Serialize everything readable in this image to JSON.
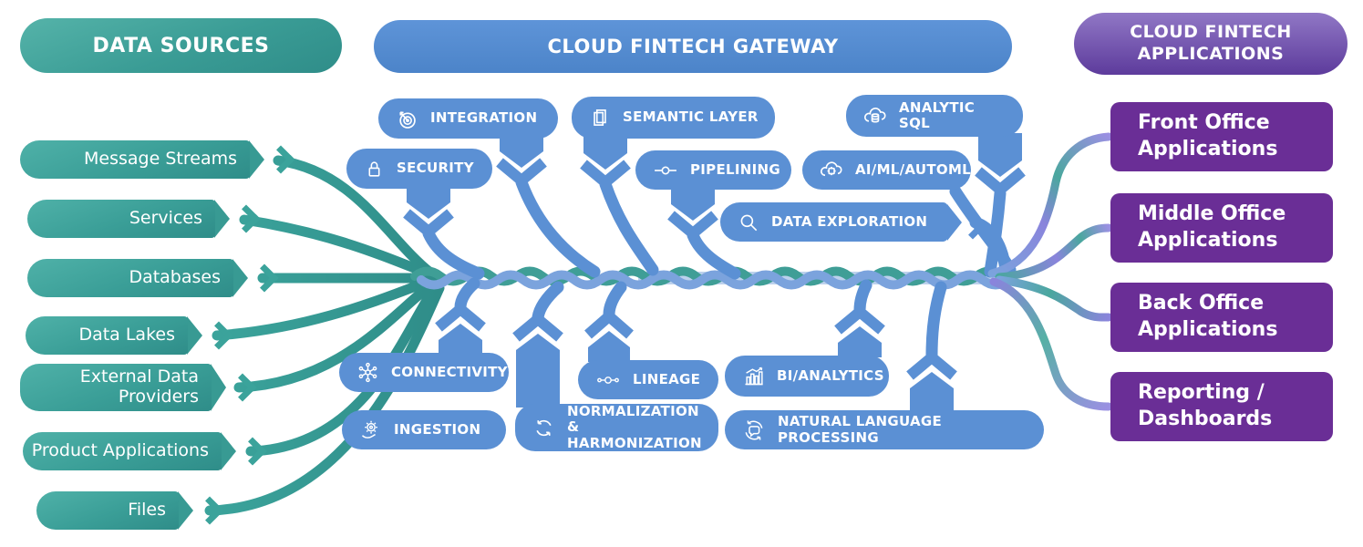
{
  "headers": {
    "data_sources": "DATA SOURCES",
    "gateway": "CLOUD FINTECH GATEWAY",
    "applications": "CLOUD FINTECH APPLICATIONS"
  },
  "sources": [
    {
      "label": "Message Streams"
    },
    {
      "label": "Services"
    },
    {
      "label": "Databases"
    },
    {
      "label": "Data Lakes"
    },
    {
      "label": "External Data Providers"
    },
    {
      "label": "Product Applications"
    },
    {
      "label": "Files"
    }
  ],
  "gateway": [
    {
      "label": "INTEGRATION",
      "icon": "target-icon"
    },
    {
      "label": "SEMANTIC LAYER",
      "icon": "layers-icon"
    },
    {
      "label": "ANALYTIC SQL",
      "icon": "cloud-database-icon"
    },
    {
      "label": "SECURITY",
      "icon": "lock-icon"
    },
    {
      "label": "PIPELINING",
      "icon": "pipeline-icon"
    },
    {
      "label": "AI/ML/AUTOML",
      "icon": "cloud-chip-icon"
    },
    {
      "label": "DATA EXPLORATION",
      "icon": "magnifier-icon"
    },
    {
      "label": "CONNECTIVITY",
      "icon": "network-hub-icon"
    },
    {
      "label": "LINEAGE",
      "icon": "lineage-nodes-icon"
    },
    {
      "label": "BI/ANALYTICS",
      "icon": "bar-chart-icon"
    },
    {
      "label": "INGESTION",
      "icon": "hand-gear-icon"
    },
    {
      "label": "NORMALIZATION & HARMONIZATION",
      "icon": "sync-arrows-icon"
    },
    {
      "label": "NATURAL LANGUAGE PROCESSING",
      "icon": "speech-refresh-icon"
    }
  ],
  "apps": [
    {
      "label": "Front Office Applications"
    },
    {
      "label": "Middle Office Applications"
    },
    {
      "label": "Back Office Applications"
    },
    {
      "label": "Reporting / Dashboards"
    }
  ],
  "colors": {
    "teal": "#3ba39b",
    "teal_dark": "#2f8d89",
    "blue": "#5b90d4",
    "braid_light_blue": "#bcd1ec",
    "braid_blue": "#7ba3dd",
    "braid_teal": "#3f9e96",
    "purple_box": "#6a2e96",
    "strand_purple": "#8a84dc"
  }
}
